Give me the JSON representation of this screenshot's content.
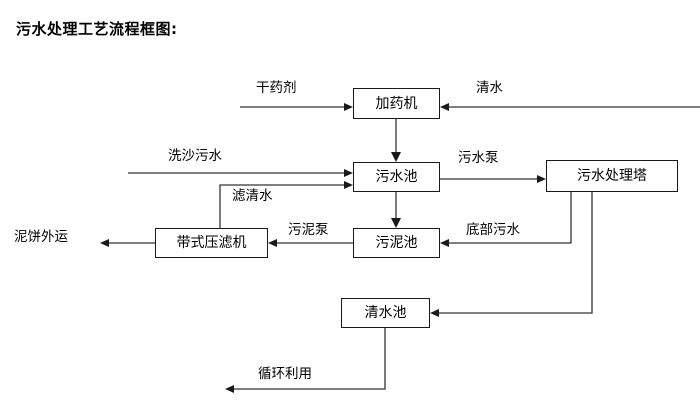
{
  "title": "污水处理工艺流程框图:",
  "diagram": {
    "type": "flowchart",
    "nodes": [
      {
        "id": "dosing-machine",
        "label": "加药机"
      },
      {
        "id": "sewage-pool",
        "label": "污水池"
      },
      {
        "id": "sewage-treatment-tower",
        "label": "污水处理塔"
      },
      {
        "id": "belt-filter-press",
        "label": "带式压滤机"
      },
      {
        "id": "sludge-pool",
        "label": "污泥池"
      },
      {
        "id": "clean-water-pool",
        "label": "清水池"
      }
    ],
    "edge_labels": [
      {
        "id": "dry-agent",
        "label": "干药剂"
      },
      {
        "id": "clean-water-in",
        "label": "清水"
      },
      {
        "id": "sand-washing-sewage",
        "label": "洗沙污水"
      },
      {
        "id": "filtered-clear-water",
        "label": "滤清水"
      },
      {
        "id": "sewage-pump",
        "label": "污水泵"
      },
      {
        "id": "mud-cake-out",
        "label": "泥饼外运"
      },
      {
        "id": "sludge-pump",
        "label": "污泥泵"
      },
      {
        "id": "bottom-sewage",
        "label": "底部污水"
      },
      {
        "id": "recycle-reuse",
        "label": "循环利用"
      }
    ],
    "colors": {
      "stroke": "#333333",
      "box_border": "#1a1a1a",
      "background": "#ffffff",
      "text": "#000000"
    }
  }
}
